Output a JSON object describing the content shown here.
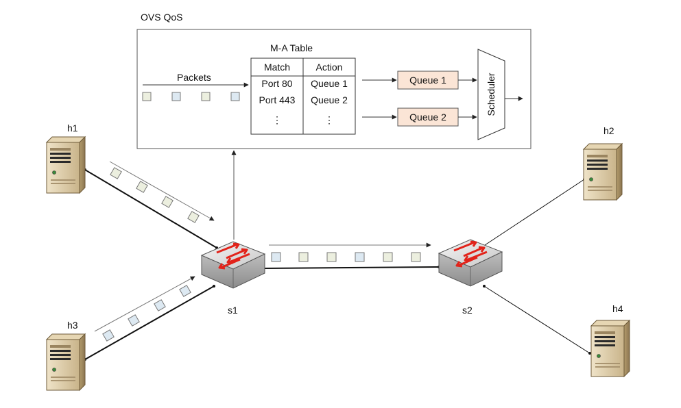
{
  "qos_box": {
    "title": "OVS QoS",
    "table_title": "M-A Table",
    "packets_label": "Packets",
    "table": {
      "headers": [
        "Match",
        "Action"
      ],
      "rows": [
        [
          "Port 80",
          "Queue 1"
        ],
        [
          "Port 443",
          "Queue 2"
        ],
        [
          "⋮",
          "⋮"
        ]
      ]
    },
    "queues": [
      "Queue 1",
      "Queue 2"
    ],
    "scheduler_label": "Scheduler"
  },
  "hosts": {
    "h1": "h1",
    "h2": "h2",
    "h3": "h3",
    "h4": "h4"
  },
  "switches": {
    "s1": "s1",
    "s2": "s2"
  },
  "colors": {
    "packet_green": "#ecefdf",
    "packet_blue": "#dde9f2",
    "queue_fill": "#fbe5d6",
    "switch_arrow": "#e2231a",
    "server_tan": "#dccba7"
  }
}
